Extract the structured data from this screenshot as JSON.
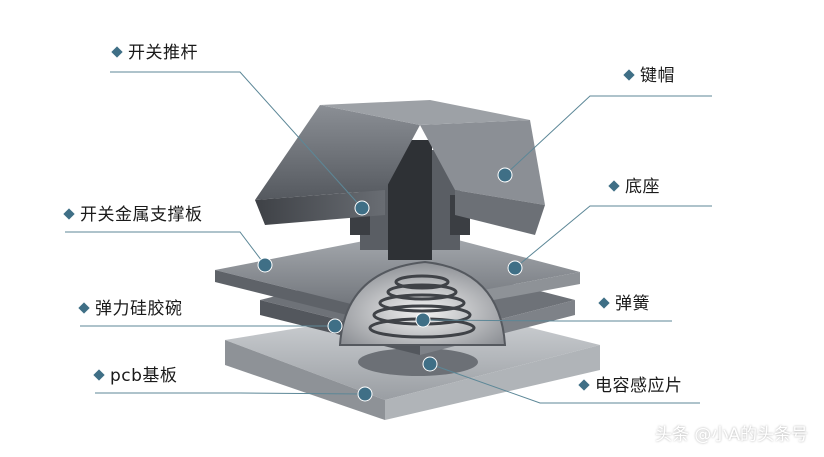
{
  "labels": {
    "switch_pusher": "开关推杆",
    "keycap": "键帽",
    "base": "底座",
    "metal_support_plate": "开关金属支撑板",
    "spring": "弹簧",
    "silicone_dome": "弹力硅胶碗",
    "pcb_board": "pcb基板",
    "capacitive_pad": "电容感应片"
  },
  "watermark": "头条 @小A的头条号",
  "colors": {
    "leader_line": "#5c8797",
    "marker_dot": "#3f6f86",
    "body_dark": "#4a4d52",
    "body_mid": "#7a7e84",
    "body_light": "#b7bbc0"
  }
}
